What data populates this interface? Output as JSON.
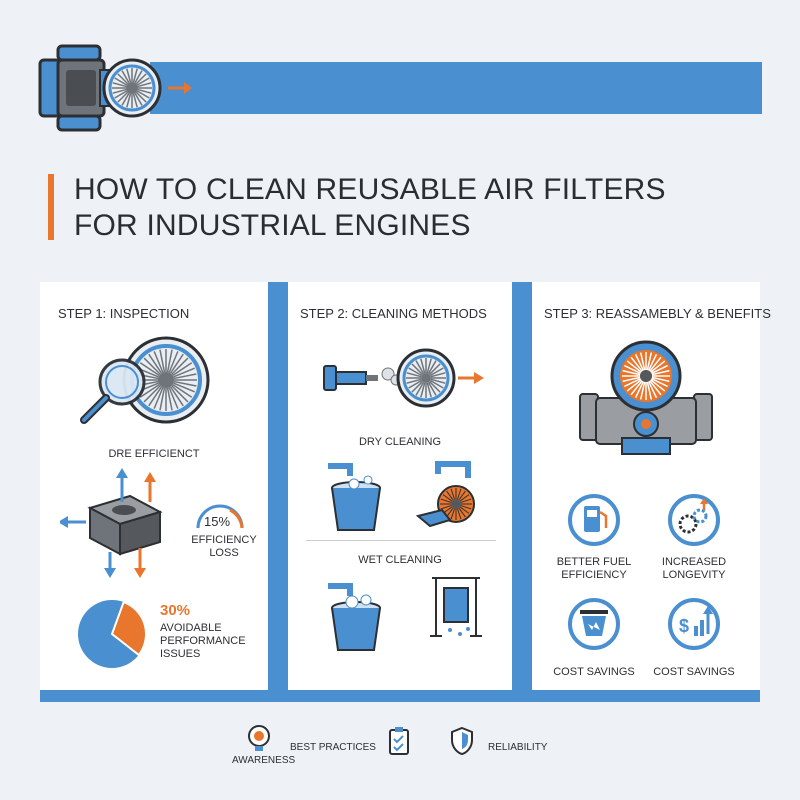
{
  "title": {
    "line1": "HOW TO CLEAN REUSABLE AIR FILTERS",
    "line2": "FOR INDUSTRIAL ENGINES"
  },
  "step1": {
    "title": "STEP 1: INSPECTION",
    "label_efficiency": "DRE EFFICIENCT",
    "gauge_value": "15%",
    "gauge_label1": "EFFICIENCY",
    "gauge_label2": "LOSS",
    "pie_value": "30%",
    "pie_label1": "AVOIDABLE",
    "pie_label2": "PERFORMANCE",
    "pie_label3": "ISSUES",
    "pie_fraction": 0.3
  },
  "step2": {
    "title": "STEP 2: CLEANING METHODS",
    "dry_label": "DRY CLEANING",
    "wet_label": "WET CLEANING"
  },
  "step3": {
    "title": "STEP 3: REASSAMEBLY & BENEFITS",
    "benefit1_line1": "BETTER FUEL",
    "benefit1_line2": "EFFICIENCY",
    "benefit2_line1": "INCREASED",
    "benefit2_line2": "LONGEVITY",
    "benefit3": "COST SAVINGS",
    "benefit4": "COST SAVINGS"
  },
  "footer": {
    "awareness": "AWARENESS",
    "best_practices": "BEST PRACTICES",
    "reliability": "RELIABILITY"
  },
  "colors": {
    "blue": "#4a8fcf",
    "orange": "#e8762c",
    "gray": "#7d8187",
    "dark": "#2c2f33"
  }
}
